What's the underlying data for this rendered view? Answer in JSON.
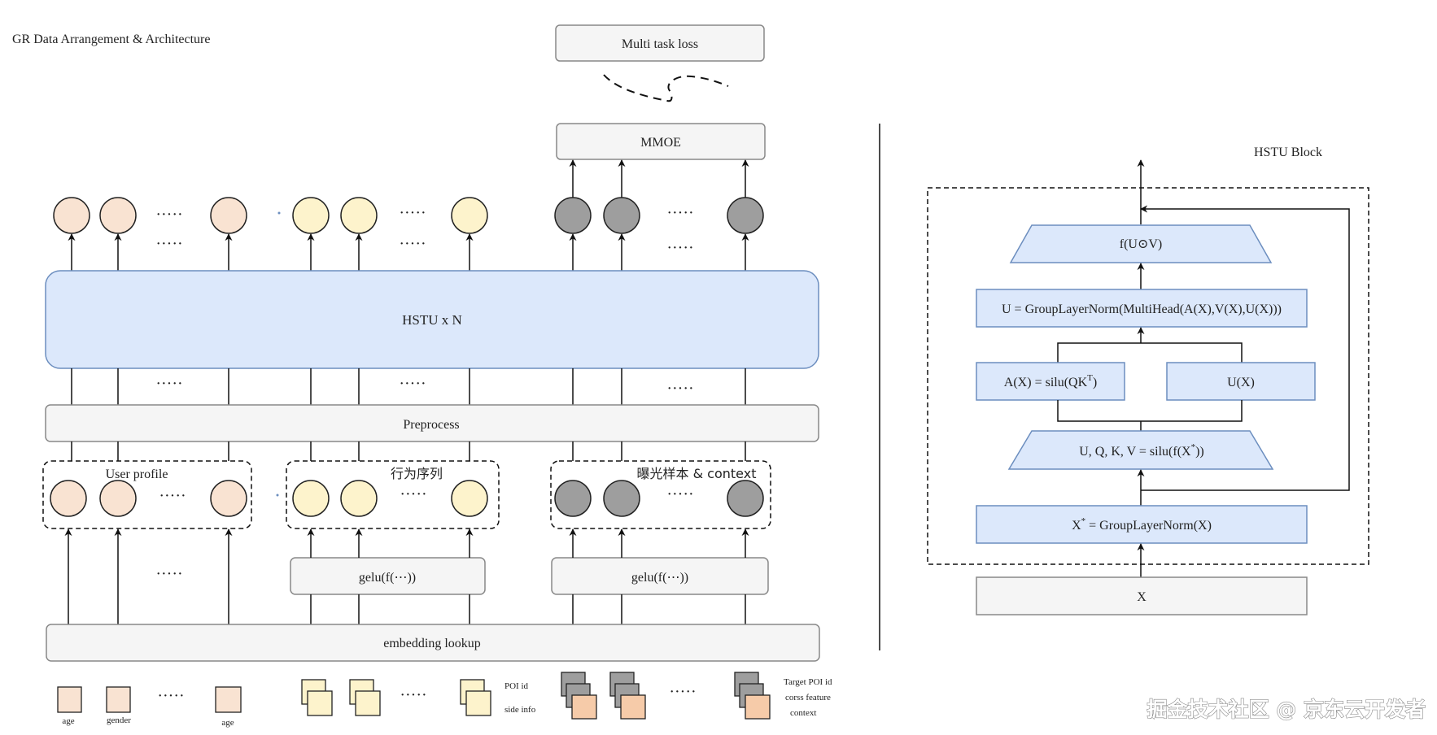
{
  "titles": {
    "main": "GR Data Arrangement & Architecture",
    "hstu_block": "HSTU Block"
  },
  "boxes": {
    "multi_task_loss": "Multi task loss",
    "mmoe": "MMOE",
    "hstu_xn": "HSTU x N",
    "preprocess": "Preprocess",
    "gelu_left": "gelu(f(⋯))",
    "gelu_right": "gelu(f(⋯))",
    "embedding_lookup": "embedding lookup"
  },
  "groups": {
    "user_profile": "User profile",
    "behavior_seq": "行为序列",
    "exposure_ctx": "曝光样本 & context"
  },
  "ellipsis": "·····",
  "input_labels": {
    "age": "age",
    "gender": "gender",
    "age2": "age",
    "poi_id": "POI id",
    "side_info": "side info",
    "target_poi_id": "Target POI id",
    "cross_feature": "corss feature",
    "context": "context"
  },
  "hstu_block": {
    "f_uv": "f(U⊙V)",
    "u_eq": "U = GroupLayerNorm(MultiHead(A(X),V(X),U(X)))",
    "ax_prefix": "A(X) = silu(QK",
    "ax_sup": "T",
    "ax_suffix": ")",
    "ux": "U(X)",
    "uqkv_prefix": "U, Q, K, V = silu(f(X",
    "uqkv_sup": "*",
    "uqkv_suffix": "))",
    "xstar_base": "X",
    "xstar_sup": "*",
    "xstar_rest": " = GroupLayerNorm(X)",
    "x": "X"
  },
  "watermark": "掘金技术社区 @ 京东云开发者",
  "colors": {
    "peach": "#f9e3d2",
    "cream": "#fdf3cc",
    "gray_circle": "#9e9e9e",
    "blue_fill": "#dce8fb",
    "blue_stroke": "#6c8ebf",
    "box_fill": "#f5f5f5",
    "box_stroke": "#888888",
    "orange_sq": "#f6cba9"
  }
}
